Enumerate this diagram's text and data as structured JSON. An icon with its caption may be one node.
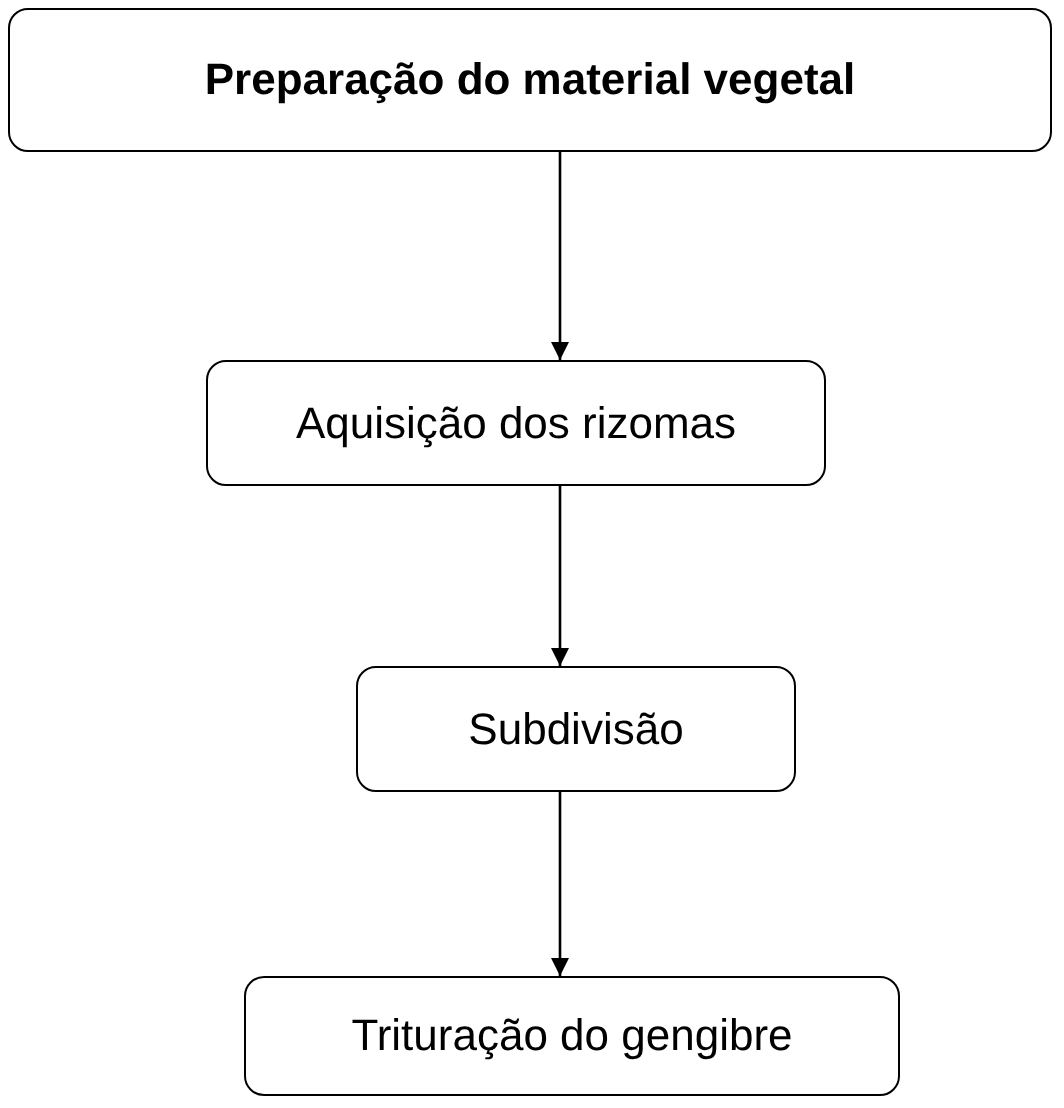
{
  "diagram": {
    "nodes": [
      {
        "text": [
          "Preparação do material vegetal"
        ]
      },
      {
        "text": [
          "Aquisição dos rizomas"
        ]
      },
      {
        "text": [
          "Subdivisão"
        ]
      },
      {
        "text": [
          "Trituração do gengibre"
        ]
      }
    ],
    "edges": [
      {
        "from": 0,
        "to": 1,
        "arrow": "to"
      },
      {
        "from": 1,
        "to": 2,
        "arrow": "to"
      },
      {
        "from": 2,
        "to": 3,
        "arrow": "to"
      }
    ]
  }
}
